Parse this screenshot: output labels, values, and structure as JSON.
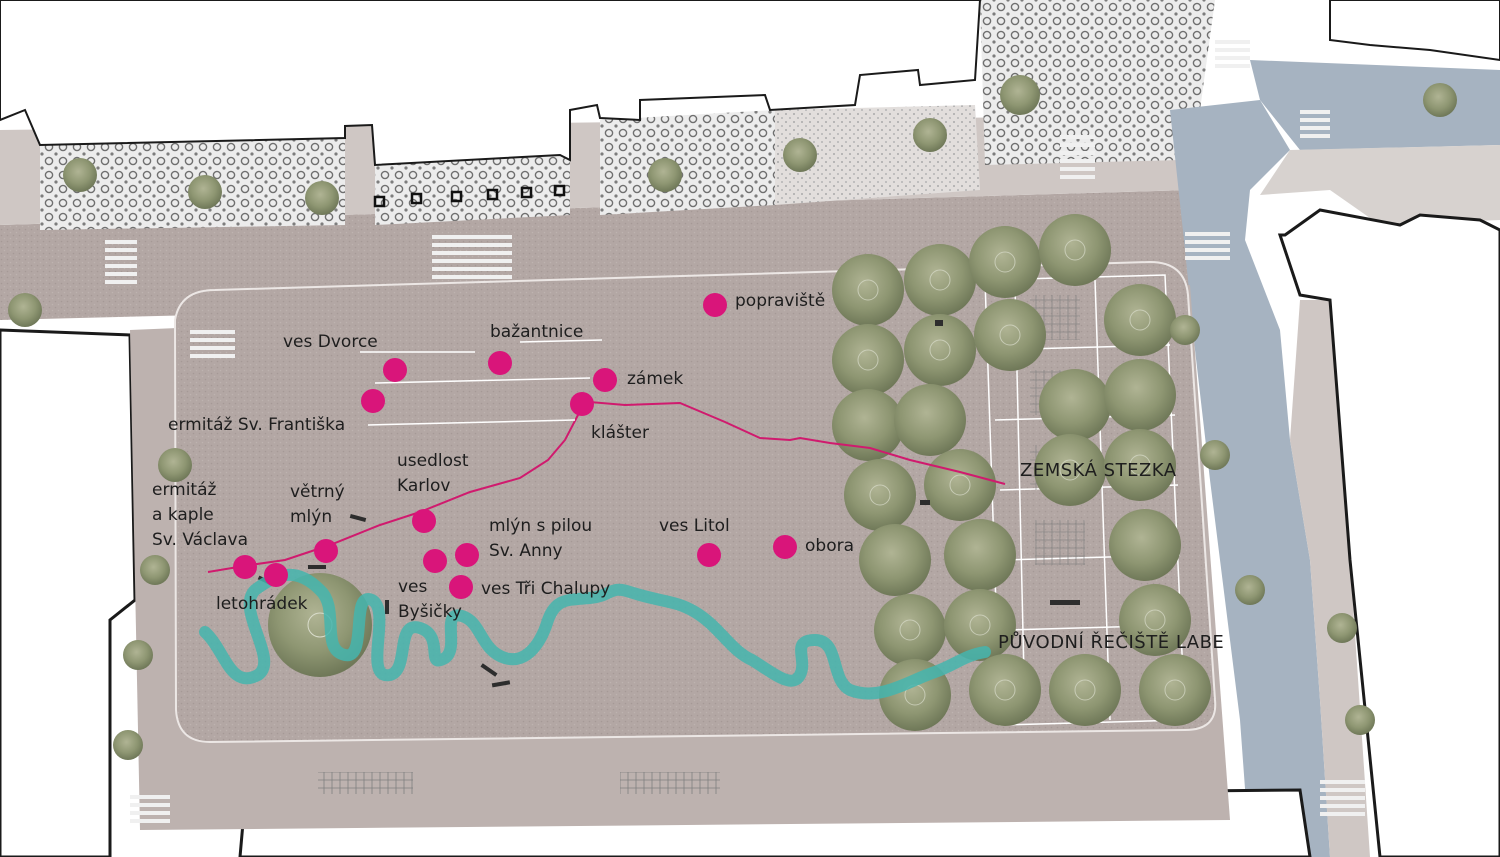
{
  "colors": {
    "paving": "#b3a7a4",
    "paving_light": "#c6bcb9",
    "sidewalk": "#d9d5d2",
    "mosaic": "#e9e9e9",
    "road": "#a7b3c0",
    "building": "#ffffff",
    "tree": "#8c9670",
    "poi": "#d9157a",
    "trail": "#d01a6e",
    "river": "#42b6b0"
  },
  "legend_lines": {
    "zemska_stezka": "ZEMSKÁ STEZKA",
    "puvodni_reciste": "PŮVODNÍ ŘEČIŠTĚ LABE"
  },
  "poi_labels": {
    "popraviste": "popraviště",
    "ves_dvorce": "ves Dvorce",
    "bazantnice": "bažantnice",
    "zamek": "zámek",
    "ermitaz_frantiska": "ermitáž Sv. Františka",
    "klaster": "klášter",
    "usedlost_1": "usedlost",
    "usedlost_2": "Karlov",
    "ermitaz_vaclava_1": "ermitáž",
    "ermitaz_vaclava_2": "a kaple",
    "ermitaz_vaclava_3": "Sv. Václava",
    "vetrny_1": "větrný",
    "vetrny_2": "mlýn",
    "mlyn_pila_1": "mlýn s pilou",
    "mlyn_pila_2": "Sv. Anny",
    "ves_litol": "ves Litol",
    "obora": "obora",
    "letohradek": "letohrádek",
    "ves_bysicky_1": "ves",
    "ves_bysicky_2": "Byšičky",
    "ves_tri_chalupy": "ves Tři Chalupy"
  },
  "icons": [
    "poi-dot-icon",
    "tree-icon",
    "bench-icon",
    "crosswalk-icon"
  ]
}
